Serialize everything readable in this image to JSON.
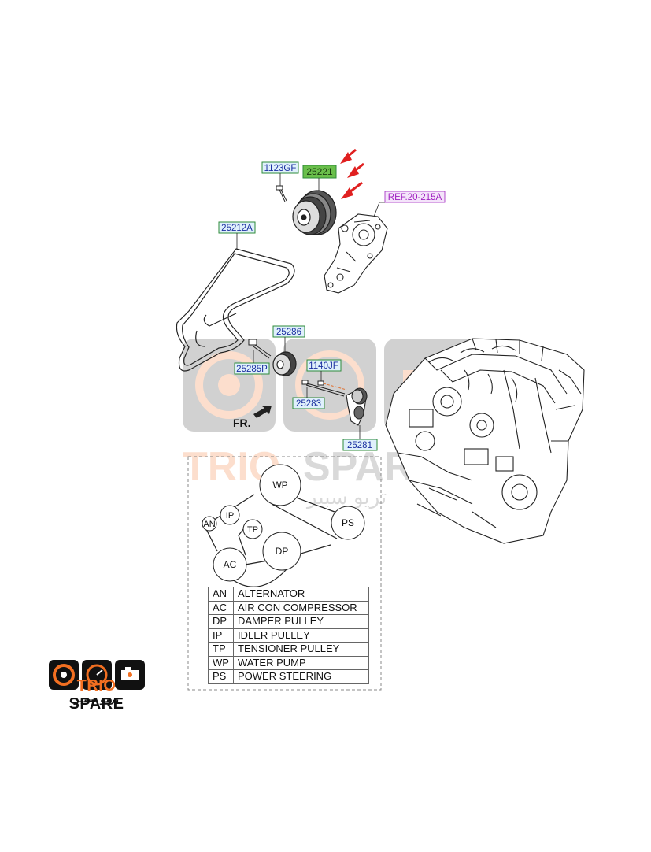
{
  "callouts": {
    "bolt_top": "1123GF",
    "pulley": "25221",
    "ref": "REF.20-215A",
    "belt": "25212A",
    "idler": "25286",
    "idler_bolt": "25285P",
    "tensioner_bolt2": "1140JF",
    "tensioner_bolt": "25283",
    "tensioner": "25281"
  },
  "front_label": "FR.",
  "belt_layout": {
    "wp": "WP",
    "an": "AN",
    "ip": "IP",
    "tp": "TP",
    "ps": "PS",
    "dp": "DP",
    "ac": "AC"
  },
  "legend": [
    {
      "code": "AN",
      "name": "ALTERNATOR"
    },
    {
      "code": "AC",
      "name": "AIR CON COMPRESSOR"
    },
    {
      "code": "DP",
      "name": "DAMPER PULLEY"
    },
    {
      "code": "IP",
      "name": "IDLER PULLEY"
    },
    {
      "code": "TP",
      "name": "TENSIONER PULLEY"
    },
    {
      "code": "WP",
      "name": "WATER PUMP"
    },
    {
      "code": "PS",
      "name": "POWER STEERING"
    }
  ],
  "brand": {
    "name_part1": "TRIO",
    "name_part2": "SPARE",
    "arabic": "تريو سبير",
    "watermark_part1": "TRIO",
    "watermark_part2": "SPARE",
    "watermark_arabic": "تريو سبير",
    "accent_color": "#f26f21"
  },
  "colors": {
    "callout_green": "#2e8b3a",
    "callout_blue_text": "#1a2fa0",
    "highlight_green": "#6abf4b",
    "ref_purple": "#a020c0",
    "arrow_red": "#e02020"
  }
}
